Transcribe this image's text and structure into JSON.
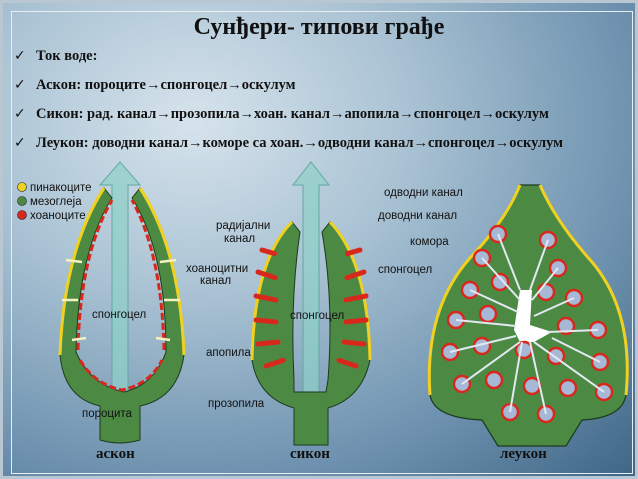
{
  "title": "Сунђери- типови грађе",
  "bullets": [
    "Ток воде:",
    "Аскон: пороците→спонгоцел→оскулум",
    "Сикон: рад. канал→прозопила→хоан. канал→апопила→спонгоцел→оскулум",
    "Леукон: доводни канал→коморе са хоан.→одводни канал→спонгоцел→оскулум"
  ],
  "legend": [
    {
      "label": "пинакоците",
      "color": "#f0d020"
    },
    {
      "label": "мезоглеја",
      "color": "#4c8a44"
    },
    {
      "label": "хоаноците",
      "color": "#d8281c"
    }
  ],
  "ascon": {
    "name": "аскон",
    "spongocoel": "спонгоцел",
    "porocyte": "пороцита"
  },
  "sycon": {
    "name": "сикон",
    "radial_canal": "радијални канал",
    "radial_canal_l1": "радијални",
    "radial_canal_l2": "канал",
    "choanocyte_canal_l1": "хоаноцитни",
    "choanocyte_canal_l2": "канал",
    "spongocoel": "спонгоцел",
    "apopyle": "апопила",
    "prosopyle": "прозопила"
  },
  "leucon": {
    "name": "леукон",
    "excurrent_canal": "одводни канал",
    "incurrent_canal": "доводни канал",
    "chamber": "комора",
    "spongocoel": "спонгоцел"
  },
  "colors": {
    "mesoglea": "#4c8a44",
    "pinacocyte": "#f0d020",
    "choanocyte": "#d8281c",
    "chamber": "#a7b8d6",
    "arrow": "#8ed0c8"
  }
}
